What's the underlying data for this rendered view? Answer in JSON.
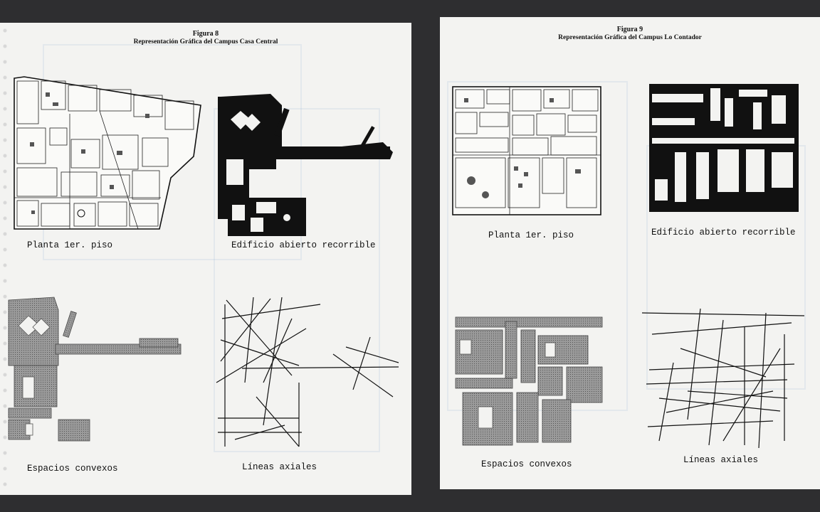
{
  "figures": [
    {
      "number": "Figura 8",
      "title": "Representación Gráfica del Campus Casa Central",
      "captions": {
        "plan": "Planta 1er. piso",
        "open_building": "Edificio abierto recorrible",
        "convex_spaces": "Espacios convexos",
        "axial_lines": "Líneas axiales"
      }
    },
    {
      "number": "Figura 9",
      "title": "Representación Gráfica del Campus Lo Contador",
      "captions": {
        "plan": "Planta 1er. piso",
        "open_building": "Edificio abierto recorrible",
        "convex_spaces": "Espacios convexos",
        "axial_lines": "Líneas axiales"
      }
    }
  ],
  "colors": {
    "background": "#2e2e30",
    "paper": "#f3f3f1",
    "ink": "#111111",
    "dotted_gray": "#8a8a8a",
    "show_through_blue": "#78a0cd"
  }
}
